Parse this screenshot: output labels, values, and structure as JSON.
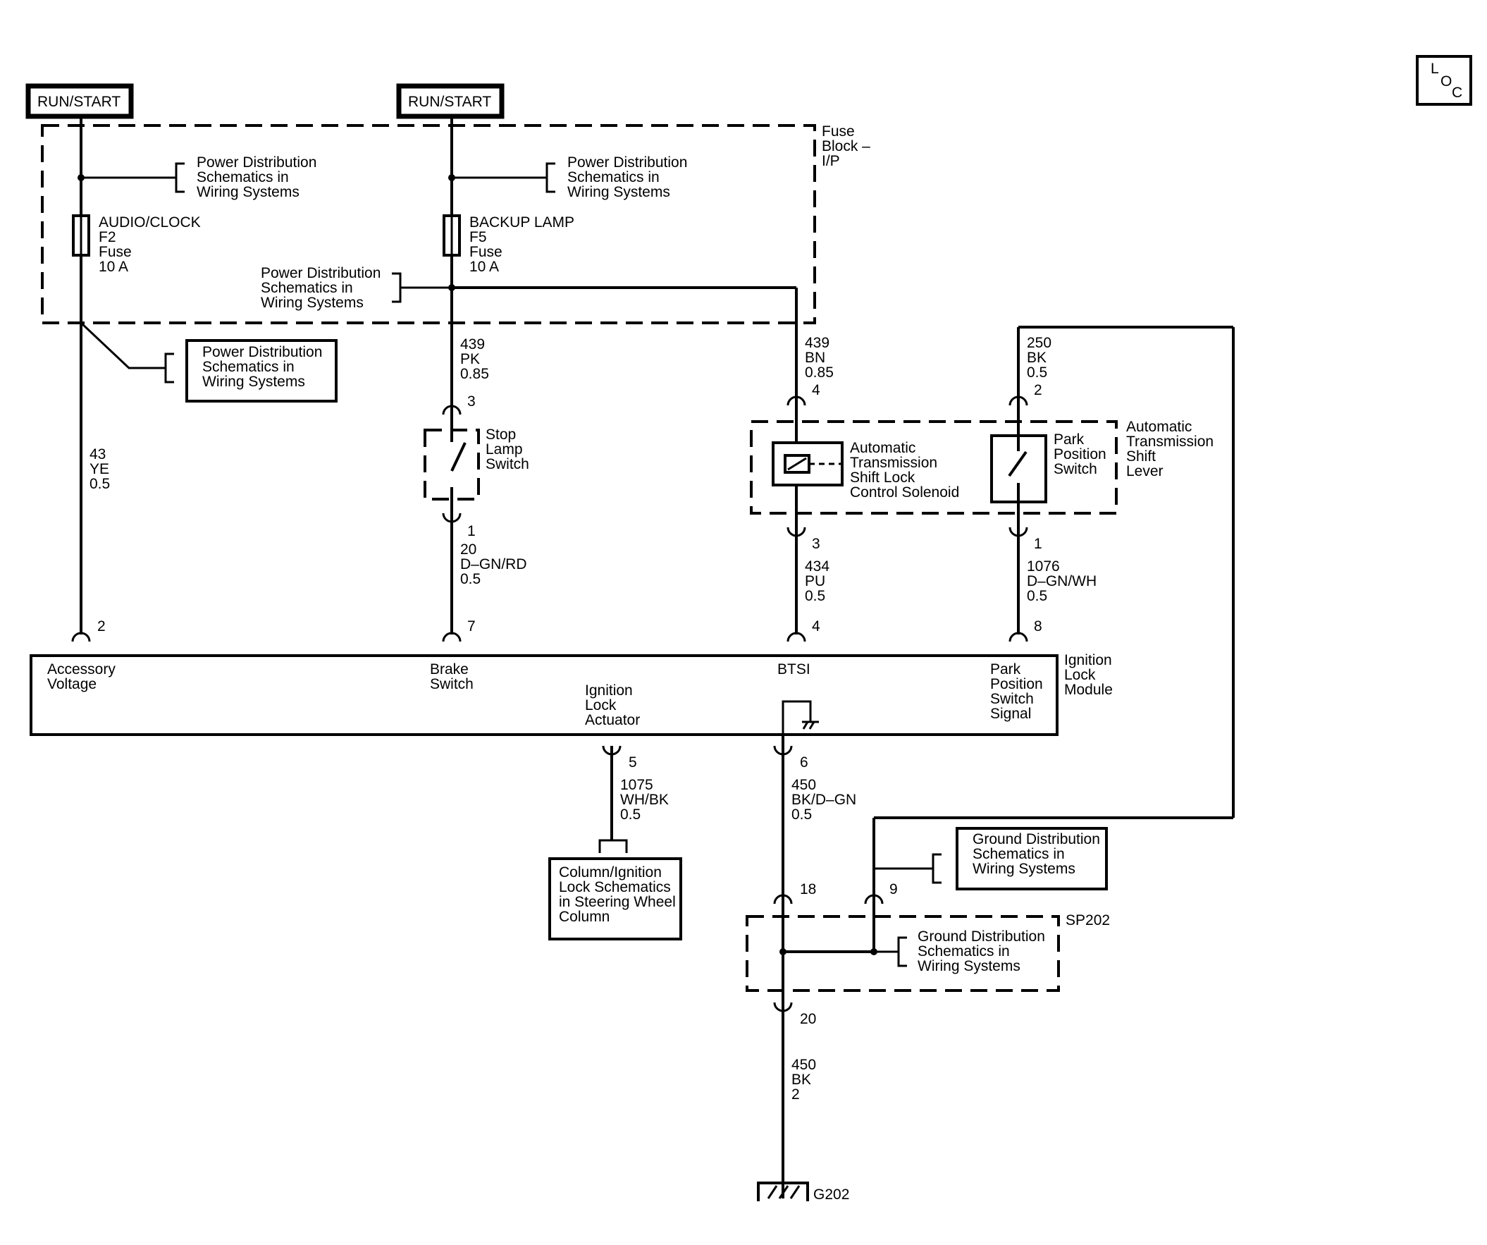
{
  "source_run_start": "RUN/START",
  "loc_badge": [
    "L",
    "O",
    "C"
  ],
  "fuse_block": [
    "Fuse",
    "Block –",
    "I/P"
  ],
  "power_dist": [
    "Power Distribution",
    "Schematics in",
    "Wiring Systems"
  ],
  "ground_dist": [
    "Ground Distribution",
    "Schematics in",
    "Wiring Systems"
  ],
  "fuse_audio": [
    "AUDIO/CLOCK",
    "F2",
    "Fuse",
    "10 A"
  ],
  "fuse_backup": [
    "BACKUP LAMP",
    "F5",
    "Fuse",
    "10 A"
  ],
  "wires": {
    "w43": [
      "43",
      "YE",
      "0.5"
    ],
    "w439pk": [
      "439",
      "PK",
      "0.85"
    ],
    "w439bn": [
      "439",
      "BN",
      "0.85"
    ],
    "w250": [
      "250",
      "BK",
      "0.5"
    ],
    "w20": [
      "20",
      "D–GN/RD",
      "0.5"
    ],
    "w434": [
      "434",
      "PU",
      "0.5"
    ],
    "w1076": [
      "1076",
      "D–GN/WH",
      "0.5"
    ],
    "w1075": [
      "1075",
      "WH/BK",
      "0.5"
    ],
    "w450a": [
      "450",
      "BK/D–GN",
      "0.5"
    ],
    "w450b": [
      "450",
      "BK",
      "2"
    ]
  },
  "pins": {
    "p2": "2",
    "p7": "7",
    "p4m": "4",
    "p8": "8",
    "p3s": "3",
    "p1s": "1",
    "p4sol": "4",
    "p3sol": "3",
    "p2park": "2",
    "p1park": "1",
    "p5": "5",
    "p6": "6",
    "p18": "18",
    "p9": "9",
    "p20": "20"
  },
  "stop_lamp_switch": [
    "Stop",
    "Lamp",
    "Switch"
  ],
  "solenoid": [
    "Automatic",
    "Transmission",
    "Shift Lock",
    "Control Solenoid"
  ],
  "park_switch": [
    "Park",
    "Position",
    "Switch"
  ],
  "shift_lever": [
    "Automatic",
    "Transmission",
    "Shift",
    "Lever"
  ],
  "module": {
    "name": [
      "Ignition",
      "Lock",
      "Module"
    ],
    "accessory": [
      "Accessory",
      "Voltage"
    ],
    "brake": [
      "Brake",
      "Switch"
    ],
    "actuator": [
      "Ignition",
      "Lock",
      "Actuator"
    ],
    "btsi": "BTSI",
    "park_signal": [
      "Park",
      "Position",
      "Switch",
      "Signal"
    ]
  },
  "column_ref": [
    "Column/Ignition",
    "Lock Schematics",
    "in Steering Wheel",
    "Column"
  ],
  "splice": "SP202",
  "ground": "G202"
}
